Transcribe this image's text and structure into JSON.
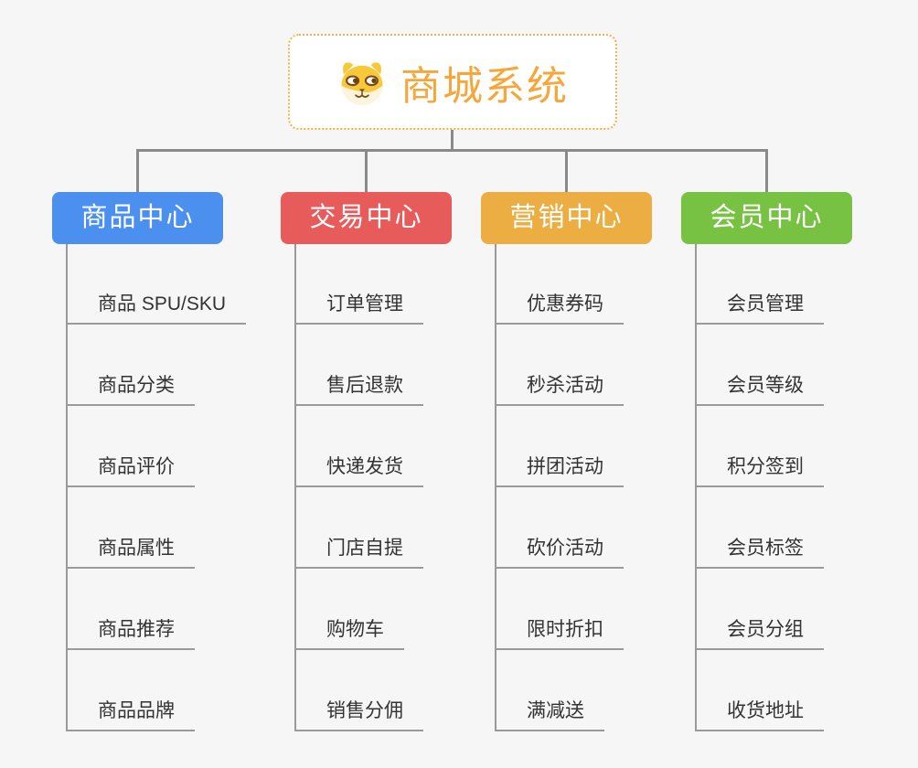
{
  "root": {
    "title": "商城系统",
    "icon": "dog-face-icon",
    "title_color": "#F5A73B",
    "border_color": "#F3B044"
  },
  "branches": [
    {
      "label": "商品中心",
      "color": "#4B90EE",
      "items": [
        "商品 SPU/SKU",
        "商品分类",
        "商品评价",
        "商品属性",
        "商品推荐",
        "商品品牌"
      ]
    },
    {
      "label": "交易中心",
      "color": "#E85B5B",
      "items": [
        "订单管理",
        "售后退款",
        "快递发货",
        "门店自提",
        "购物车",
        "销售分佣"
      ]
    },
    {
      "label": "营销中心",
      "color": "#ECAE42",
      "items": [
        "优惠券码",
        "秒杀活动",
        "拼团活动",
        "砍价活动",
        "限时折扣",
        "满减送"
      ]
    },
    {
      "label": "会员中心",
      "color": "#77C143",
      "items": [
        "会员管理",
        "会员等级",
        "积分签到",
        "会员标签",
        "会员分组",
        "收货地址"
      ]
    }
  ],
  "colors": {
    "connector_main": "#8A8A8A",
    "connector_sub": "#9A9A9A",
    "background": "#F5F6F5",
    "leaf_text": "#333333"
  }
}
